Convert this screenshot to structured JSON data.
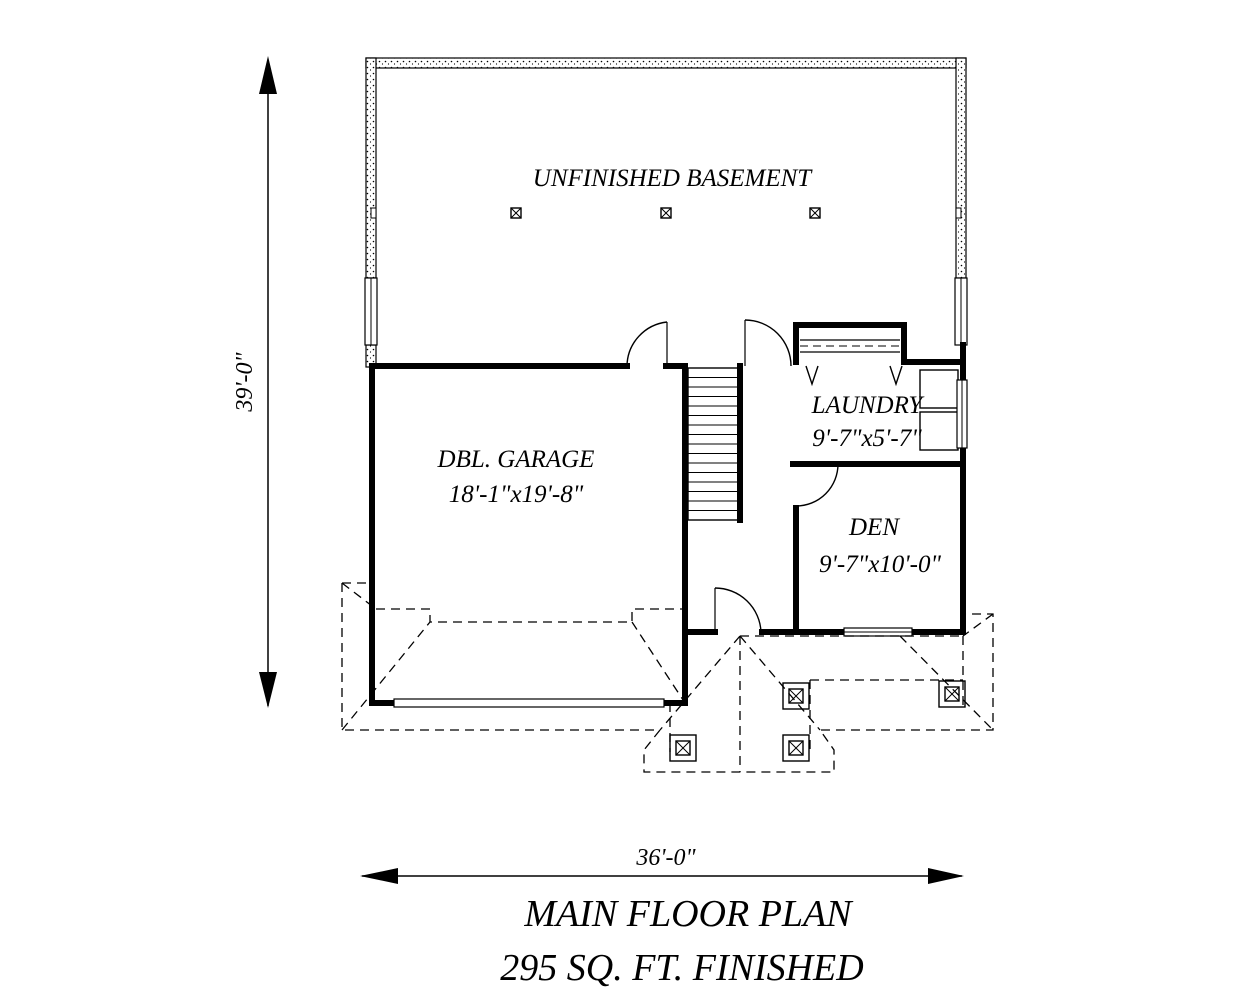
{
  "plan": {
    "rooms": {
      "basement": {
        "name": "UNFINISHED BASEMENT"
      },
      "garage": {
        "name": "DBL. GARAGE",
        "size": "18'-1\"x19'-8\""
      },
      "laundry": {
        "name": "LAUNDRY",
        "size": "9'-7\"x5'-7\""
      },
      "den": {
        "name": "DEN",
        "size": "9'-7\"x10'-0\""
      }
    },
    "dimensions": {
      "depth": "39'-0\"",
      "width": "36'-0\""
    },
    "title": {
      "line1": "MAIN FLOOR PLAN",
      "line2": "295 SQ. FT. FINISHED"
    }
  }
}
